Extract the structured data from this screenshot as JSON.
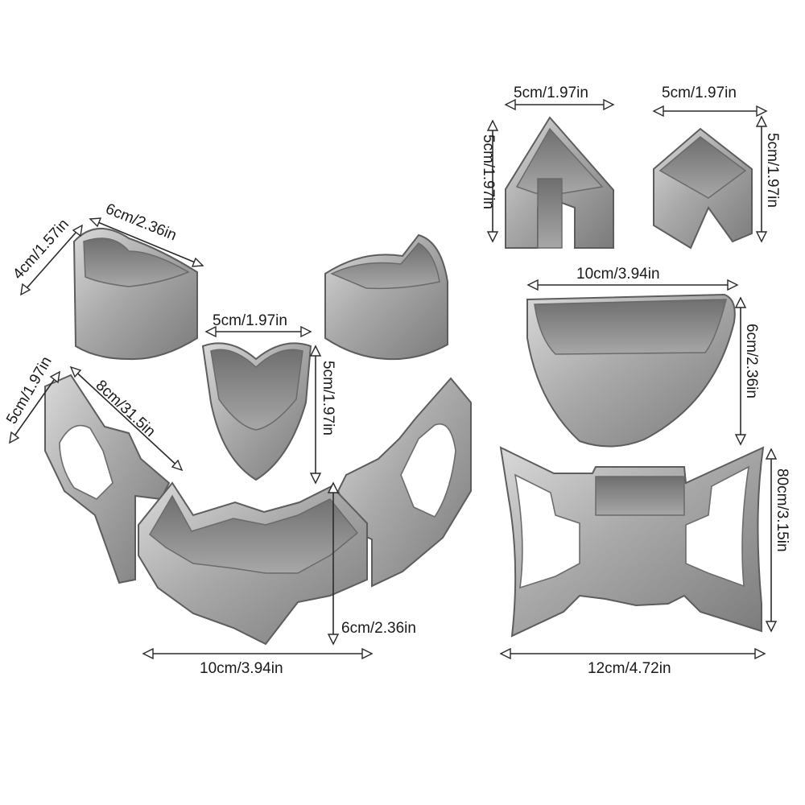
{
  "labels": {
    "small_tri_width": "5cm/1.97in",
    "small_tri_height": "5cm/1.97in",
    "small_notch_width": "5cm/1.97in",
    "small_notch_height": "5cm/1.97in",
    "eye_height": "4cm/1.57in",
    "eye_width": "6cm/2.36in",
    "nose_width": "5cm/1.97in",
    "nose_height": "5cm/1.97in",
    "mouth_side_height": "5cm/1.97in",
    "mouth_side_length": "8cm/31.5in",
    "mouth_center_height": "6cm/2.36in",
    "mouth_width": "10cm/3.94in",
    "smile_width": "10cm/3.94in",
    "smile_height": "6cm/2.36in",
    "bow_height": "80cm/3.15in",
    "bow_width": "12cm/4.72in"
  }
}
